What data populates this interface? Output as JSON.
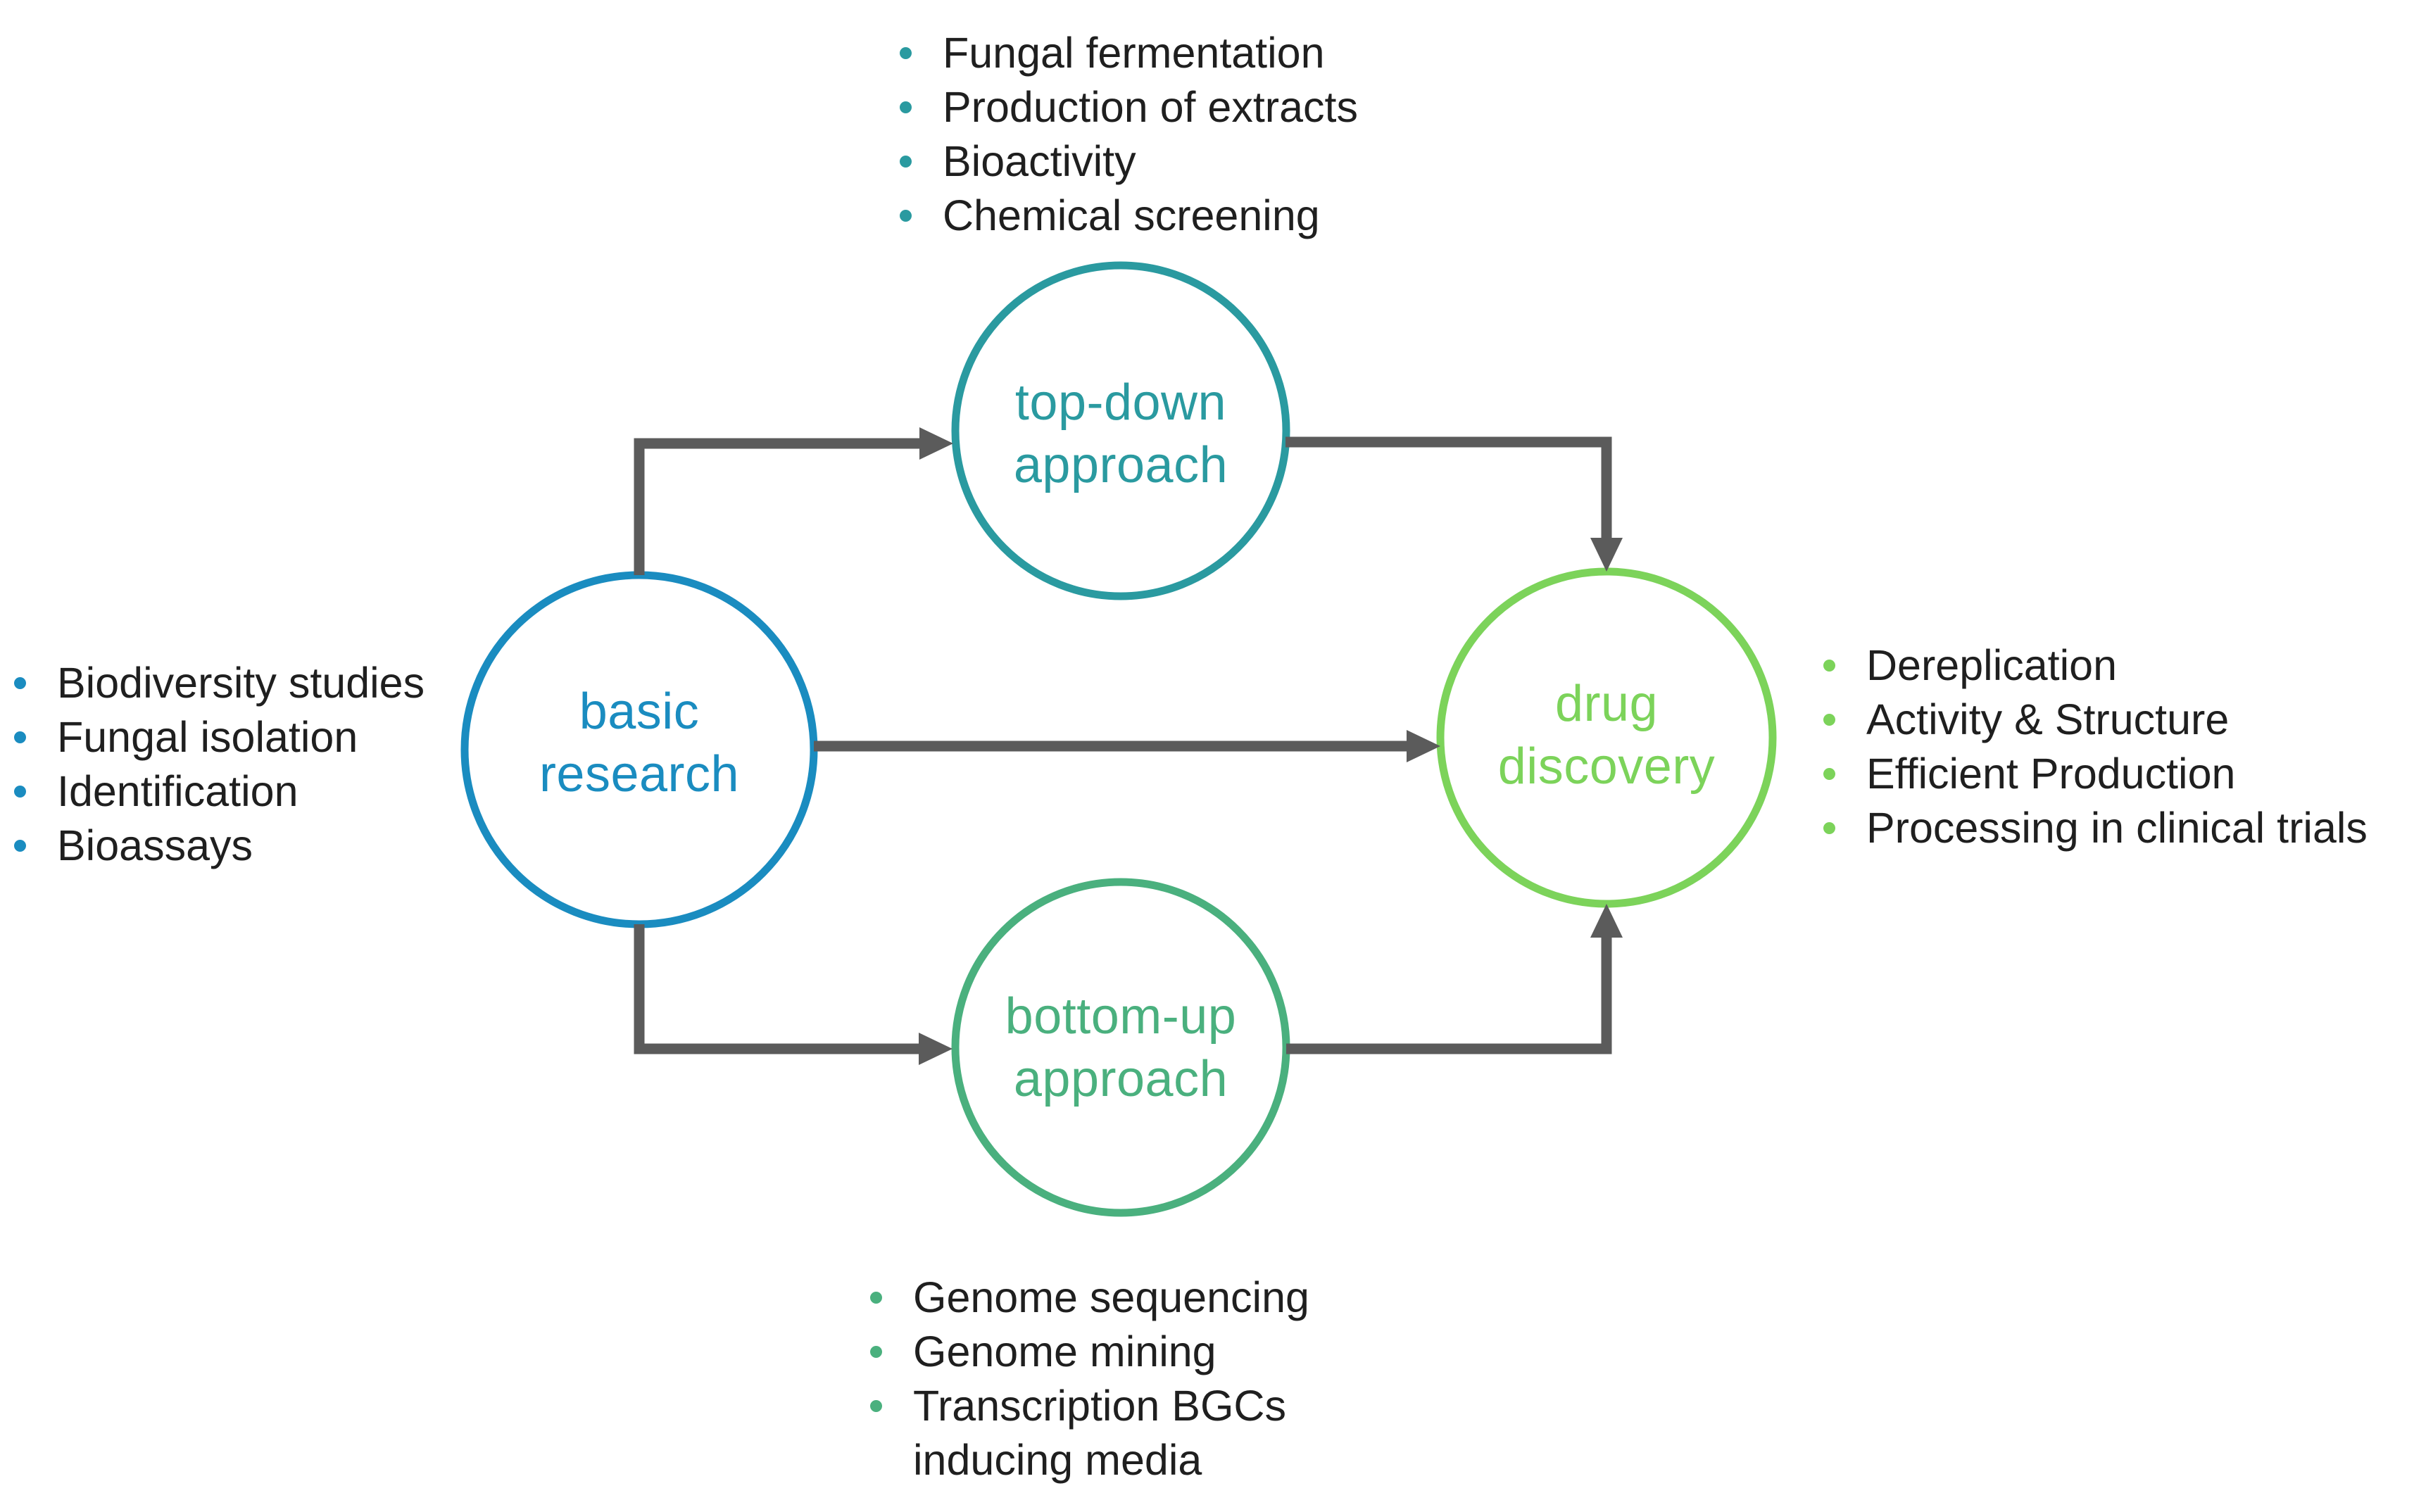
{
  "diagram": {
    "background": "#ffffff",
    "text_color": "#1f1f1f",
    "arrow_color": "#5b5b5b",
    "nodes": {
      "basic_research": {
        "label": "basic\nresearch",
        "color": "#1a8cc0"
      },
      "top_down": {
        "label": "top-down\napproach",
        "color": "#2a9aa0"
      },
      "bottom_up": {
        "label": "bottom-up\napproach",
        "color": "#4ab07e"
      },
      "drug_discovery": {
        "label": "drug\ndiscovery",
        "color": "#7cd35a"
      }
    },
    "lists": {
      "top": {
        "bullet_color": "#2a9aa0",
        "items": [
          "Fungal fermentation",
          "Production of extracts",
          "Bioactivity",
          "Chemical screening"
        ]
      },
      "left": {
        "bullet_color": "#1a8cc0",
        "items": [
          "Biodiversity studies",
          "Fungal isolation",
          "Identification",
          "Bioassays"
        ]
      },
      "right": {
        "bullet_color": "#7cd35a",
        "items": [
          "Dereplication",
          "Activity & Structure",
          "Efficient Production",
          "Processing in clinical trials"
        ]
      },
      "bottom": {
        "bullet_color": "#4ab07e",
        "items": [
          "Genome sequencing",
          "Genome mining",
          "Transcription BGCs\ninducing media"
        ]
      }
    }
  }
}
